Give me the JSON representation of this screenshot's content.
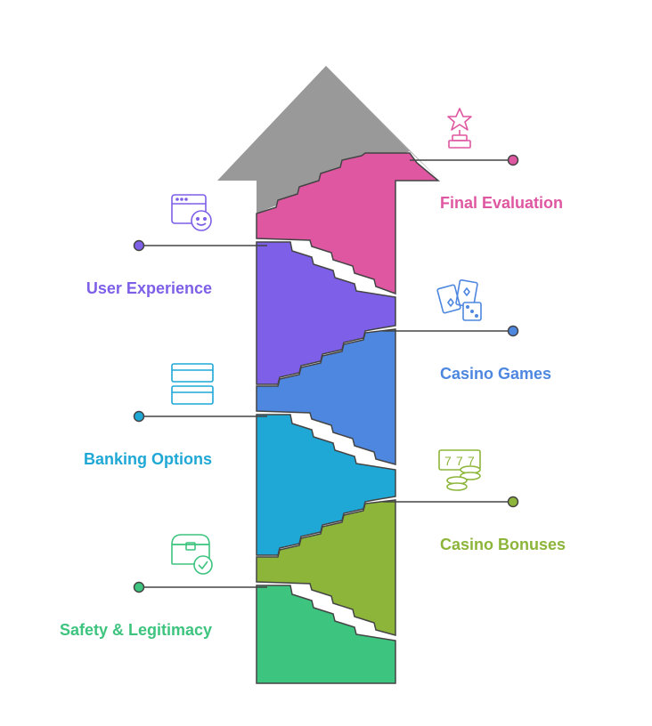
{
  "colors": {
    "arrow_head": "#999999",
    "final_evaluation": "#DF57A1",
    "user_experience": "#7D5FE8",
    "casino_games": "#4E87E0",
    "banking_options": "#1FA8D6",
    "casino_bonuses": "#8CB53A",
    "safety_legitimacy": "#3DC47E",
    "connector": "#444444"
  },
  "steps": [
    {
      "key": "safety_legitimacy",
      "label": "Safety & Legitimacy",
      "icon": "treasure-chest-check-icon",
      "side": "left"
    },
    {
      "key": "casino_bonuses",
      "label": "Casino Bonuses",
      "icon": "slot-machine-coins-icon",
      "side": "right"
    },
    {
      "key": "banking_options",
      "label": "Banking Options",
      "icon": "credit-cards-icon",
      "side": "left"
    },
    {
      "key": "casino_games",
      "label": "Casino Games",
      "icon": "playing-cards-dice-icon",
      "side": "right"
    },
    {
      "key": "user_experience",
      "label": "User Experience",
      "icon": "browser-window-user-icon",
      "side": "left"
    },
    {
      "key": "final_evaluation",
      "label": "Final Evaluation",
      "icon": "trophy-star-icon",
      "side": "right"
    }
  ]
}
